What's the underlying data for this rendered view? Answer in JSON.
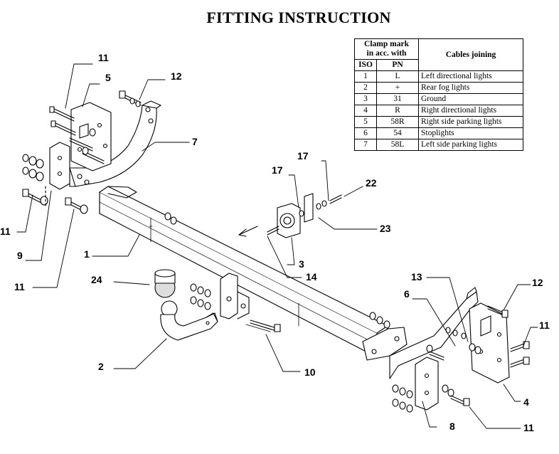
{
  "title": "FITTING INSTRUCTION",
  "table": {
    "header_clamp": "Clamp mark",
    "header_clamp2": "in acc. with",
    "header_iso": "ISO",
    "header_pn": "PN",
    "header_cables": "Cables joining",
    "rows": [
      {
        "iso": "1",
        "pn": "L",
        "desc": "Left directional lights"
      },
      {
        "iso": "2",
        "pn": "+",
        "desc": "Rear fog lights"
      },
      {
        "iso": "3",
        "pn": "31",
        "desc": "Ground"
      },
      {
        "iso": "4",
        "pn": "R",
        "desc": "Right directional lights"
      },
      {
        "iso": "5",
        "pn": "58R",
        "desc": "Right side parking lights"
      },
      {
        "iso": "6",
        "pn": "54",
        "desc": "Stoplights"
      },
      {
        "iso": "7",
        "pn": "58L",
        "desc": "Left side parking lights"
      }
    ]
  },
  "labels": {
    "l11a": "11",
    "l5": "5",
    "l12a": "12",
    "l7": "7",
    "l11b": "11",
    "l9": "9",
    "l1": "1",
    "l11c": "11",
    "l24": "24",
    "l2": "2",
    "l17a": "17",
    "l17b": "17",
    "l22": "22",
    "l23": "23",
    "l3": "3",
    "l14": "14",
    "l13": "13",
    "l6": "6",
    "l12b": "12",
    "l11d": "11",
    "l10": "10",
    "l4": "4",
    "l8": "8",
    "l11e": "11"
  }
}
